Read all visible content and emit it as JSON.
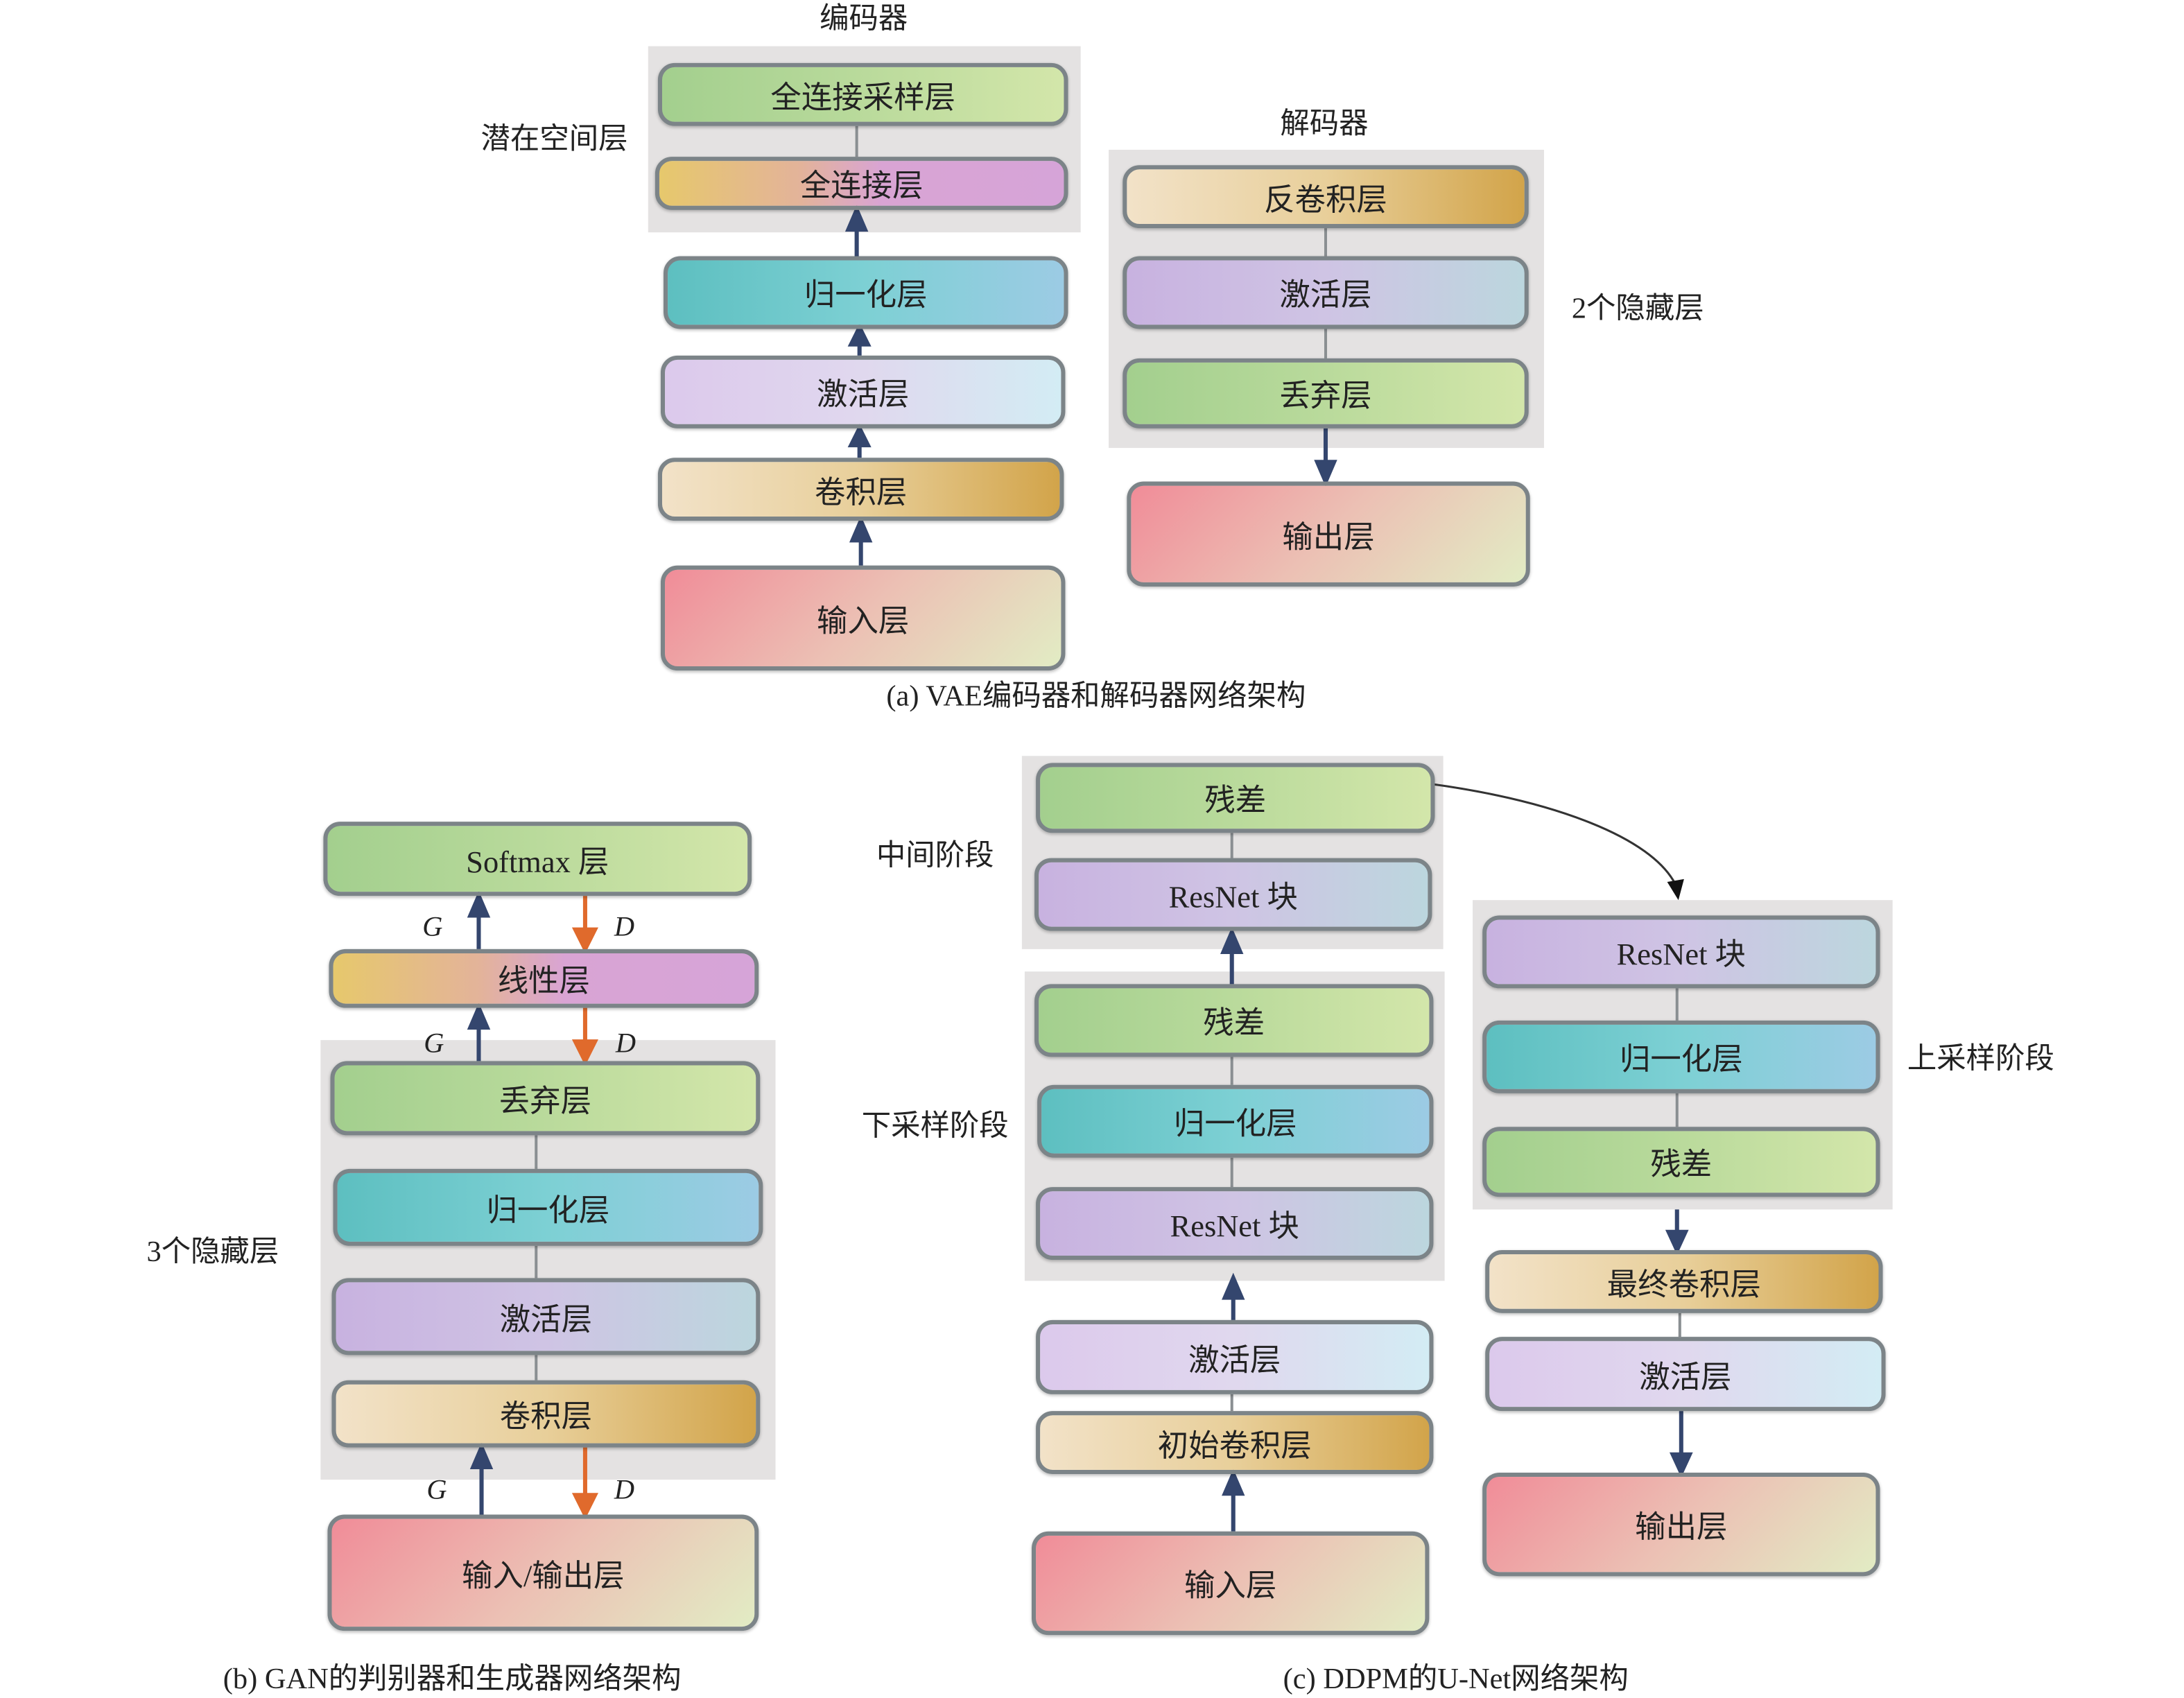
{
  "panel_a": {
    "encoder_title": "编码器",
    "latent_label": "潜在空间层",
    "encoder_layers": [
      "全连接采样层",
      "全连接层",
      "归一化层",
      "激活层",
      "卷积层",
      "输入层"
    ],
    "decoder_title": "解码器",
    "hidden_label": "2个隐藏层",
    "decoder_layers": [
      "反卷积层",
      "激活层",
      "丢弃层",
      "输出层"
    ],
    "caption": "(a) VAE编码器和解码器网络架构"
  },
  "panel_b": {
    "layers": [
      "Softmax 层",
      "线性层",
      "丢弃层",
      "归一化层",
      "激活层",
      "卷积层",
      "输入/输出层"
    ],
    "hidden_label": "3个隐藏层",
    "g_label": "G",
    "d_label": "D",
    "caption": "(b) GAN的判别器和生成器网络架构"
  },
  "panel_c": {
    "middle_label": "中间阶段",
    "middle_layers": [
      "残差",
      "ResNet 块"
    ],
    "down_label": "下采样阶段",
    "down_layers": [
      "残差",
      "归一化层",
      "ResNet 块"
    ],
    "input_layers": [
      "激活层",
      "初始卷积层",
      "输入层"
    ],
    "up_label": "上采样阶段",
    "up_layers": [
      "ResNet 块",
      "归一化层",
      "残差"
    ],
    "output_layers": [
      "最终卷积层",
      "激活层",
      "输出层"
    ],
    "caption": "(c) DDPM的U-Net网络架构"
  },
  "colors": {
    "arrow_g": "#34466e",
    "arrow_d": "#e06a2c",
    "group_bg": "#e4e2e2",
    "border": "#7c8488"
  }
}
